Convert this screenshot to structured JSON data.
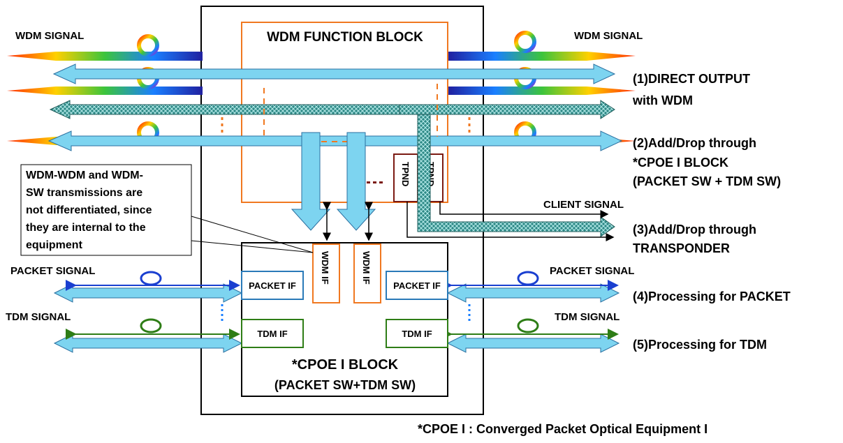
{
  "wdm_signal_left": "WDM SIGNAL",
  "wdm_signal_right": "WDM SIGNAL",
  "wdm_function_block": "WDM FUNCTION BLOCK",
  "route1": {
    "line1": "(1)DIRECT OUTPUT",
    "line2": "with WDM"
  },
  "route2": {
    "line1": "(2)Add/Drop through",
    "line2": "*CPOE I  BLOCK",
    "line3": "(PACKET SW + TDM SW)"
  },
  "client_signal": "CLIENT SIGNAL",
  "route3": {
    "line1": "(3)Add/Drop through",
    "line2": "TRANSPONDER"
  },
  "route4": "(4)Processing for PACKET",
  "route5": "(5)Processing for TDM",
  "note": {
    "line1": "WDM-WDM and WDM-",
    "line2": "SW transmissions are",
    "line3": "not differentiated, since",
    "line4": "they are internal to the",
    "line5": "equipment"
  },
  "tpnd1": "TPND",
  "tpnd2": "TPND",
  "wdm_if_1": "WDM IF",
  "wdm_if_2": "WDM IF",
  "packet_if_left": "PACKET IF",
  "packet_if_right": "PACKET IF",
  "tdm_if_left": "TDM IF",
  "tdm_if_right": "TDM IF",
  "packet_signal_left": "PACKET SIGNAL",
  "packet_signal_right": "PACKET SIGNAL",
  "tdm_signal_left": "TDM SIGNAL",
  "tdm_signal_right": "TDM SIGNAL",
  "cpoe_block": {
    "line1": "*CPOE I  BLOCK",
    "line2": "(PACKET SW+TDM SW)"
  },
  "footnote": "*CPOE  I : Converged Packet Optical Equipment I",
  "colors": {
    "light_blue": "#7dd4f0",
    "dark_teal": "#2f8a87",
    "orange": "#f07820",
    "dark_red": "#7b1a12",
    "packet_blue": "#1a3fd0",
    "tdm_green": "#2e7d16",
    "if_blue": "#2a7ab8"
  }
}
